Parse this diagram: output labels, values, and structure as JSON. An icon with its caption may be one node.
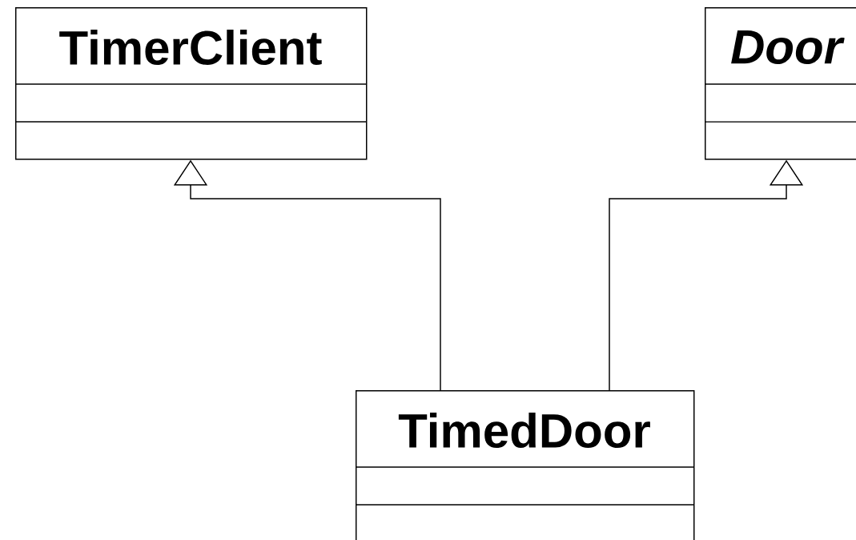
{
  "diagram": {
    "nodes": [
      {
        "text": [
          "TimerClient"
        ]
      },
      {
        "text": [
          "Door"
        ]
      },
      {
        "text": [
          "TimedDoor"
        ]
      }
    ],
    "edges": [
      {
        "from": 2,
        "to": 0,
        "arrow": "to"
      },
      {
        "from": 2,
        "to": 1,
        "arrow": "to"
      }
    ]
  }
}
